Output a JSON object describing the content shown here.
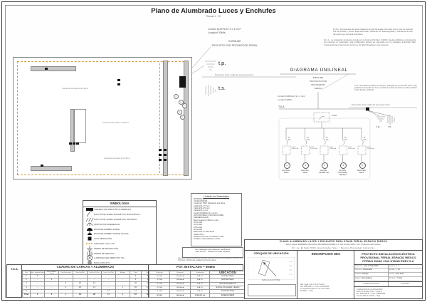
{
  "sheet": {
    "title": "Plano de Alumbrado Luces y Enchufes",
    "scale_note": "Escala 1 : 20"
  },
  "general_notes": {
    "note1": "10.0.2.- El propietario de esta instalación provisoria queda informado que su uso se extiende sólo al período y recinto ferial autorizado, debiendo ser desenergizada y retirada al término del evento por personal autorizado.",
    "note2": "10.1.1.- La instalación provisoria cumple con la Norma NCh Elec. 4/2003. Queda prohibida su intervención por personal no autorizado; toda modificación deberá ser ejecutada por un instalador autorizado SEC, manteniendo las protecciones de tierra y de falla indicadas en este proyecto."
  },
  "feeder": {
    "cord_spec": "Cordón DURFLEX 3 x 4 mm²",
    "cord_length": "Longitud 30Mts.",
    "splice_line1": "EMPALME",
    "splice_line2": "PROVISTO POR PROVEEDOR FERIAL",
    "tp_label": "t.p.",
    "ts_label": "t.s.",
    "protection_note": "Protección tierra o falla del proveedor ferial"
  },
  "floor_plan": {
    "wire_labels": [
      "Canaleta Adosada a la Pared",
      "Canaleta Adosada a la Pared",
      "Canaleta Adosada a la Pared"
    ],
    "circuit_tags": [
      "1",
      "2",
      "3",
      "4",
      "5"
    ]
  },
  "single_line": {
    "heading": "DIAGRAMA UNILINEAL",
    "splice_lines": [
      "EMPALME",
      "PROYECTO POR",
      "PROVEEDOR",
      "FERIAL"
    ],
    "note": "3.2.1.- El empalme provisorio es provisto y protegido por el proveedor ferial, el que garantiza la protección de tierra y de falla; la conexión al stand se realiza mediante cordón flexible certificado.",
    "cord_spec": "Cordón DURFLEX 3 x 4 mm²",
    "cord_length": "Longitud 30Mts.",
    "protection_note": "Protección tierra o falla del proveedor ferial",
    "board_label": "T.D.A",
    "main_breaker": "2x25A",
    "tp_label": "t.p.",
    "ts_label": "t.s.",
    "circuits": [
      {
        "num": "1",
        "breaker": "1P\n10A",
        "diff": "S-DIF\n25A-30mA",
        "name": "Enchufes\nStand"
      },
      {
        "num": "2",
        "breaker": "1P\n10A",
        "diff": "S-DIF\n25A-30mA",
        "name": "Enchufes\nStand"
      },
      {
        "num": "3",
        "breaker": "1P\n10A",
        "diff": "S-DIF\n25A-30mA",
        "name": "Enchufe\nPantalla Led"
      },
      {
        "num": "4",
        "breaker": "1P\n10A",
        "diff": "S-DIF\n25A-30mA",
        "name": "Enchufe\nComputador\no Equipos"
      },
      {
        "num": "5",
        "breaker": "1P\n16A",
        "diff": "S-DIF\n25A-30mA",
        "name": "Alumbrado\nStand"
      }
    ]
  },
  "simbologia": {
    "title": "SIMBOLOGIA",
    "items": [
      {
        "icon": "tablero",
        "label": "TABLERO DISTRIBUCIÓN ALUMBRADO"
      },
      {
        "icon": "breaker-1p",
        "label": "DISYUNTOR TERMO MAGNÉTICO MONOFÁSICO"
      },
      {
        "icon": "breaker-3p",
        "label": "DISYUNTOR TERMO MAGNÉTICO TRIFÁSICO"
      },
      {
        "icon": "diferencial",
        "label": "PROTECTOR DIFERENCIAL"
      },
      {
        "icon": "enchufe-doble",
        "label": "ENCHUFE HEMBRA DOBLE"
      },
      {
        "icon": "enchufe-simple",
        "label": "ENCHUFE HEMBRA SIMPLE 10A/16A"
      },
      {
        "icon": "caja",
        "label": "CAJA DERIVACIÓN"
      },
      {
        "icon": "cinta-led",
        "label": "CINTA LED 14,4w x Mt."
      },
      {
        "icon": "tierra-proteccion",
        "label": "TIERRA DE PROTECCIÓN"
      },
      {
        "icon": "tierra-servicio",
        "label": "TIERRA DE SERVICIO"
      },
      {
        "icon": "luminaria",
        "label": "LUMINARIA LED EMBUTIDO 70w"
      },
      {
        "icon": "masa",
        "label": "MASA CIRCUITO"
      }
    ]
  },
  "materiales": {
    "title": "Listado de Materiales",
    "lines": [
      "MATERIALES:",
      "CANALIZACIÓN:",
      "Conductor 750V. Resistente a la llama",
      "Cable EVA 1,5 mm²",
      "Cable EVA 2,5 mm²",
      "Cable EVA 4 mm²",
      "Cordón DURFLEX 3 x 4 mm²",
      "DISYUNTORES y PROTECCIONES",
      "DIFERENCIALES:",
      "Marca Legrand / Bticino u otra",
      "1P 6a 10A",
      "1P 6a 16A",
      "1P 6a 20A",
      "2P 6a 25A",
      "Diferencial 2 x 25A 30mA",
      "Tablero PVC",
      "Gabinete PVC de 12 módulos o más",
      "Tornillos, cintas aislantes, varios..."
    ],
    "note1": "Los materiales que requieren certificación\npara su uso... cuentan con este requisito",
    "note2": "Las secciones de conductores de este proyecto fueron determinadas en función de la NCh Elec. 4/2003 para instalación provisoria ferial."
  },
  "cuadro": {
    "board": "T.D.A.",
    "title": "CUADRO DE CARGAS Y ALUMBRADO",
    "col_headers": [
      "Ctos",
      "Ench. Hembra Doble",
      "Ench. Hembra Simple",
      "Caja Derivación",
      "Cinta Led Mts.",
      "Cinta Led 14,4w",
      "Lumin. Led 70w",
      "Equipos",
      "Total",
      "Pot. (w)"
    ],
    "rows": [
      [
        "1",
        "4",
        "-",
        "-",
        "-",
        "-",
        "-",
        "-",
        "4",
        "920"
      ],
      [
        "2",
        "-",
        "2",
        "-",
        "-",
        "-",
        "-",
        "-",
        "2",
        "460"
      ],
      [
        "3",
        "-",
        "-",
        "4",
        "15",
        "13",
        "-",
        "-",
        "32",
        "1800"
      ],
      [
        "4",
        "-",
        "-",
        "3",
        "15",
        "13",
        "-",
        "1",
        "32",
        "1576"
      ],
      [
        "5",
        "-",
        "-",
        "-",
        "-",
        "-",
        "17",
        "-",
        "17",
        "1190"
      ]
    ],
    "total_row": [
      "Total",
      "4",
      "2",
      "7",
      "30",
      "26",
      "17",
      "1",
      "87",
      "5946"
    ]
  },
  "pot": {
    "header": "POT. INSTALADA = 5946w",
    "col_headers": [
      "Protección",
      "Diferencial",
      "Canalización",
      "UBICACION"
    ],
    "proteccion": [
      "1P-10A",
      "1P-10A",
      "1P-10A",
      "1P-10A",
      "1P-16A"
    ],
    "diferencial": [
      "25A-30mA",
      "25A-30mA",
      "25A-30mA",
      "25A-30mA",
      "25A-30mA"
    ],
    "canalizacion": [
      "EVA 2,5",
      "EVA 2,5",
      "EVA 2,5",
      "EVA 2,5",
      "EVA 1,5"
    ],
    "total_row": [
      "2P-25A",
      "25A-30mA",
      "DURFLEX 3x4"
    ]
  },
  "ubicacion": {
    "header": "UBICACION",
    "rows": [
      "Enchufes Stand",
      "Enchufes Stand",
      "Enchufe Pantalla Led",
      "Enchufe Computador o Equipo",
      "Alumbrado Stand"
    ],
    "total": "Empalme Stand"
  },
  "croquis": {
    "title": "CROQUIS DE UBICACIÓN",
    "street_label": "AVDA. EL SALTO 5000"
  },
  "inscripcion": {
    "title": "INSCRIPCION SEC",
    "footnote": "Rep. Legal: Juan A. Soto Herrera\nRut: 9.999.999-9 — Fono: 22 999 9999\nAv. Apoquindo 2929, Of. 21, Las Condes\nSantiago — Chile"
  },
  "project": {
    "line1": "PLANO ALUMBRADO LUCES Y ENCHUFES PARA STAND FERIAL ESPACIO RIESCO",
    "line2": "Razón Social: EMPRESA NACIONAL DE ENERGIA ENEX S.A.   Rut: 92.011.000-2.   Giro: Productos del Petróleo.",
    "line3": "Dir: Av. El Salto 5000, Huechuraba, Stgo.  /  Destino Propiedad: Comercial.",
    "block_title": [
      "PROYECTO INSTALACIÓN ELÉCTRICA",
      "PROVISIONAL FERIAL ESPACIO RIESCO",
      "FITRAN JUNIO 2019 STAND ENEX S.A"
    ],
    "details_left": [
      [
        "Dirección:",
        "Avda. El Salto 5000"
      ],
      [
        "Comuna:",
        "Huechuraba"
      ],
      [
        "Ciudad:",
        "Santiago"
      ],
      [
        "Región:",
        "Metropolitana"
      ]
    ],
    "details_right": [
      [
        "Lámina:",
        "1 : 1"
      ],
      [
        "Escala:",
        "1 : 20"
      ],
      [
        "Fecha:",
        "Junio 2019"
      ],
      [
        "Duración:",
        "5 Días"
      ]
    ],
    "sign_left": "Instalador Autorizado",
    "sign_right": "Propietario",
    "installer_note": "Instalador Eléctrico Autorizado SEC\nNelson P. Morales Soto — Clase B\nRut: 8.888.888-8 — Fono: 9 8888 8888\nLicencia SEC N° 12.345 — Stgo."
  }
}
